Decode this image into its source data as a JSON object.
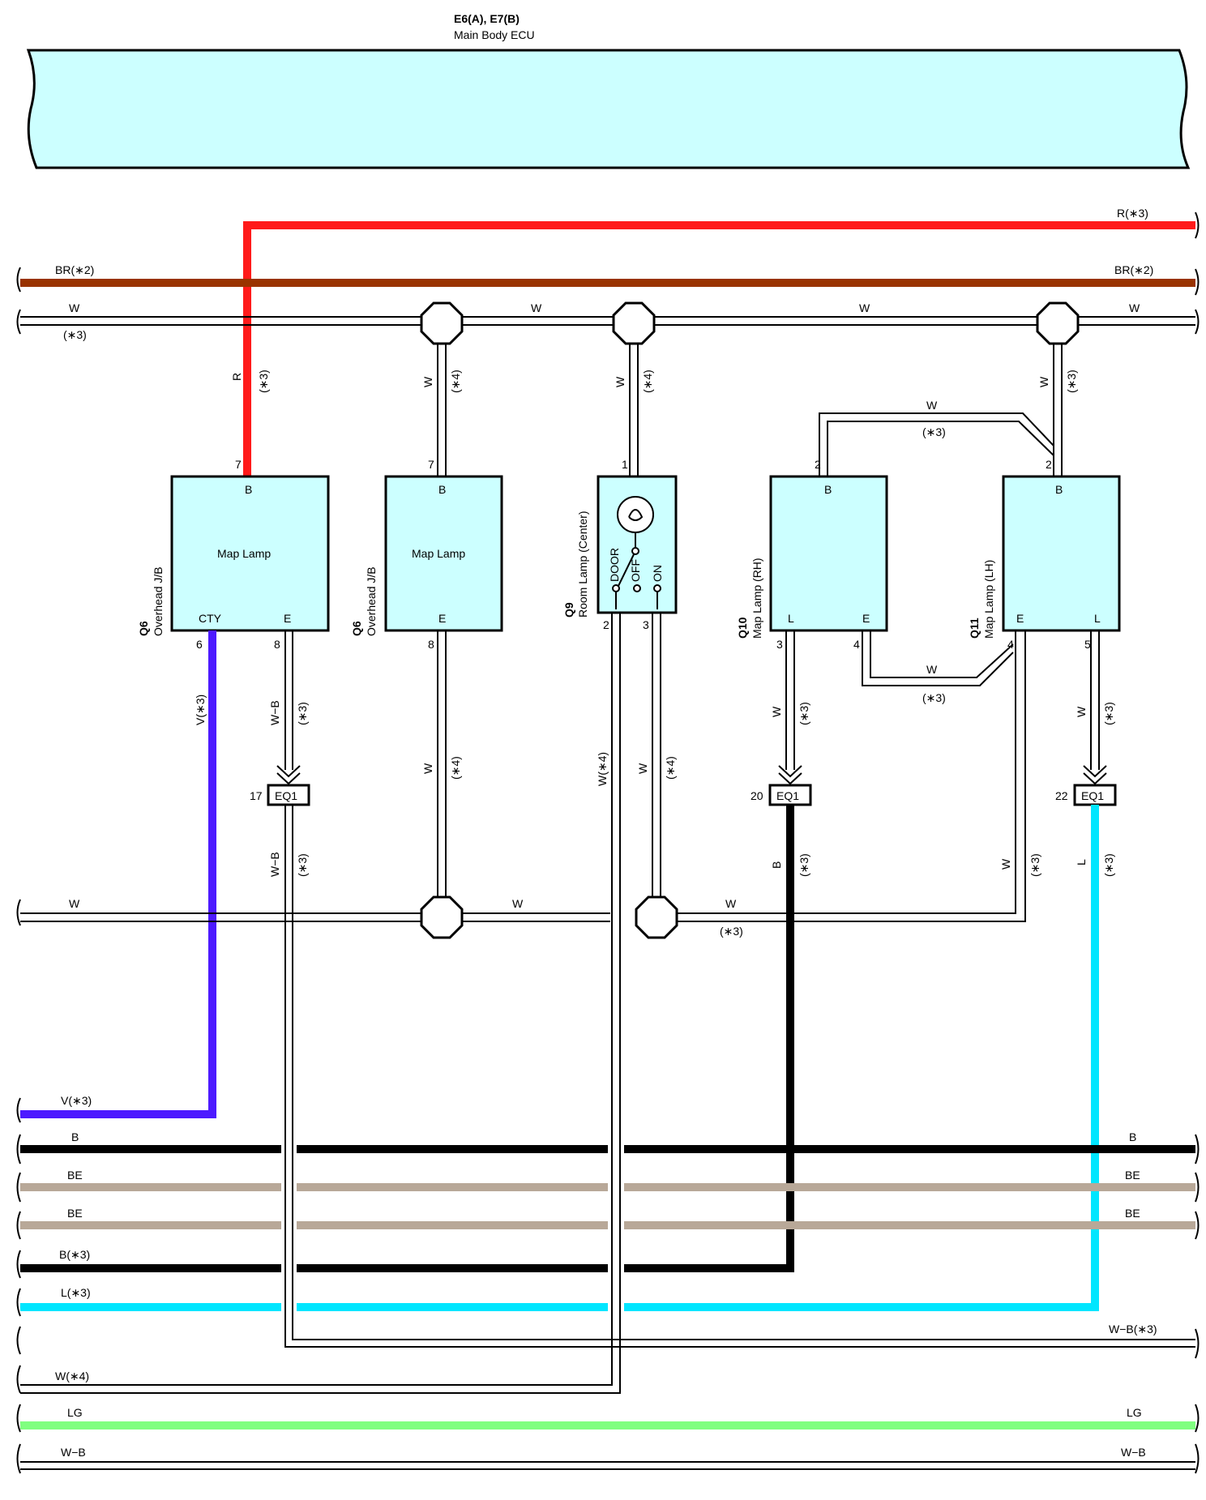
{
  "header": {
    "connector": "E6(A), E7(B)",
    "name": "Main Body ECU"
  },
  "colors": {
    "ecu_fill": "#ccffff",
    "red": "#ff1a1a",
    "brown": "#993300",
    "violet": "#4d1aff",
    "black": "#000000",
    "beige": "#b8a898",
    "lightblue": "#00e6ff",
    "lightgreen": "#80ff80",
    "white_wire": "#ffffff"
  },
  "wire_labels": {
    "r3": "R(∗3)",
    "br2": "BR(∗2)",
    "w": "W",
    "star3": "(∗3)",
    "star4": "(∗4)",
    "r": "R",
    "wb": "W−B",
    "v3": "V(∗3)",
    "w4": "W(∗4)",
    "b": "B",
    "be": "BE",
    "b3": "B(∗3)",
    "l3": "L(∗3)",
    "wb3": "W−B(∗3)",
    "lg": "LG",
    "l": "L"
  },
  "components": {
    "q6a": {
      "id": "Q6",
      "name": "Overhead J/B",
      "label": "Map Lamp",
      "pin_top": "B",
      "pin_cty": "CTY",
      "pin_e": "E",
      "num_top": "7",
      "num_cty": "6",
      "num_e": "8"
    },
    "q6b": {
      "id": "Q6",
      "name": "Overhead J/B",
      "label": "Map Lamp",
      "pin_top": "B",
      "pin_e": "E",
      "num_top": "7",
      "num_e": "8"
    },
    "q9": {
      "id": "Q9",
      "name": "Room Lamp (Center)",
      "sw_door": "DOOR",
      "sw_off": "OFF",
      "sw_on": "ON",
      "num_top": "1",
      "num_left": "2",
      "num_right": "3"
    },
    "q10": {
      "id": "Q10",
      "name": "Map Lamp (RH)",
      "pin_top": "B",
      "pin_l": "L",
      "pin_e": "E",
      "num_top": "2",
      "num_l": "3",
      "num_e": "4"
    },
    "q11": {
      "id": "Q11",
      "name": "Map Lamp (LH)",
      "pin_top": "B",
      "pin_e": "E",
      "pin_l": "L",
      "num_top": "2",
      "num_e": "4",
      "num_l": "5"
    }
  },
  "connectors": {
    "eq1": "EQ1",
    "pin17": "17",
    "pin20": "20",
    "pin22": "22"
  }
}
